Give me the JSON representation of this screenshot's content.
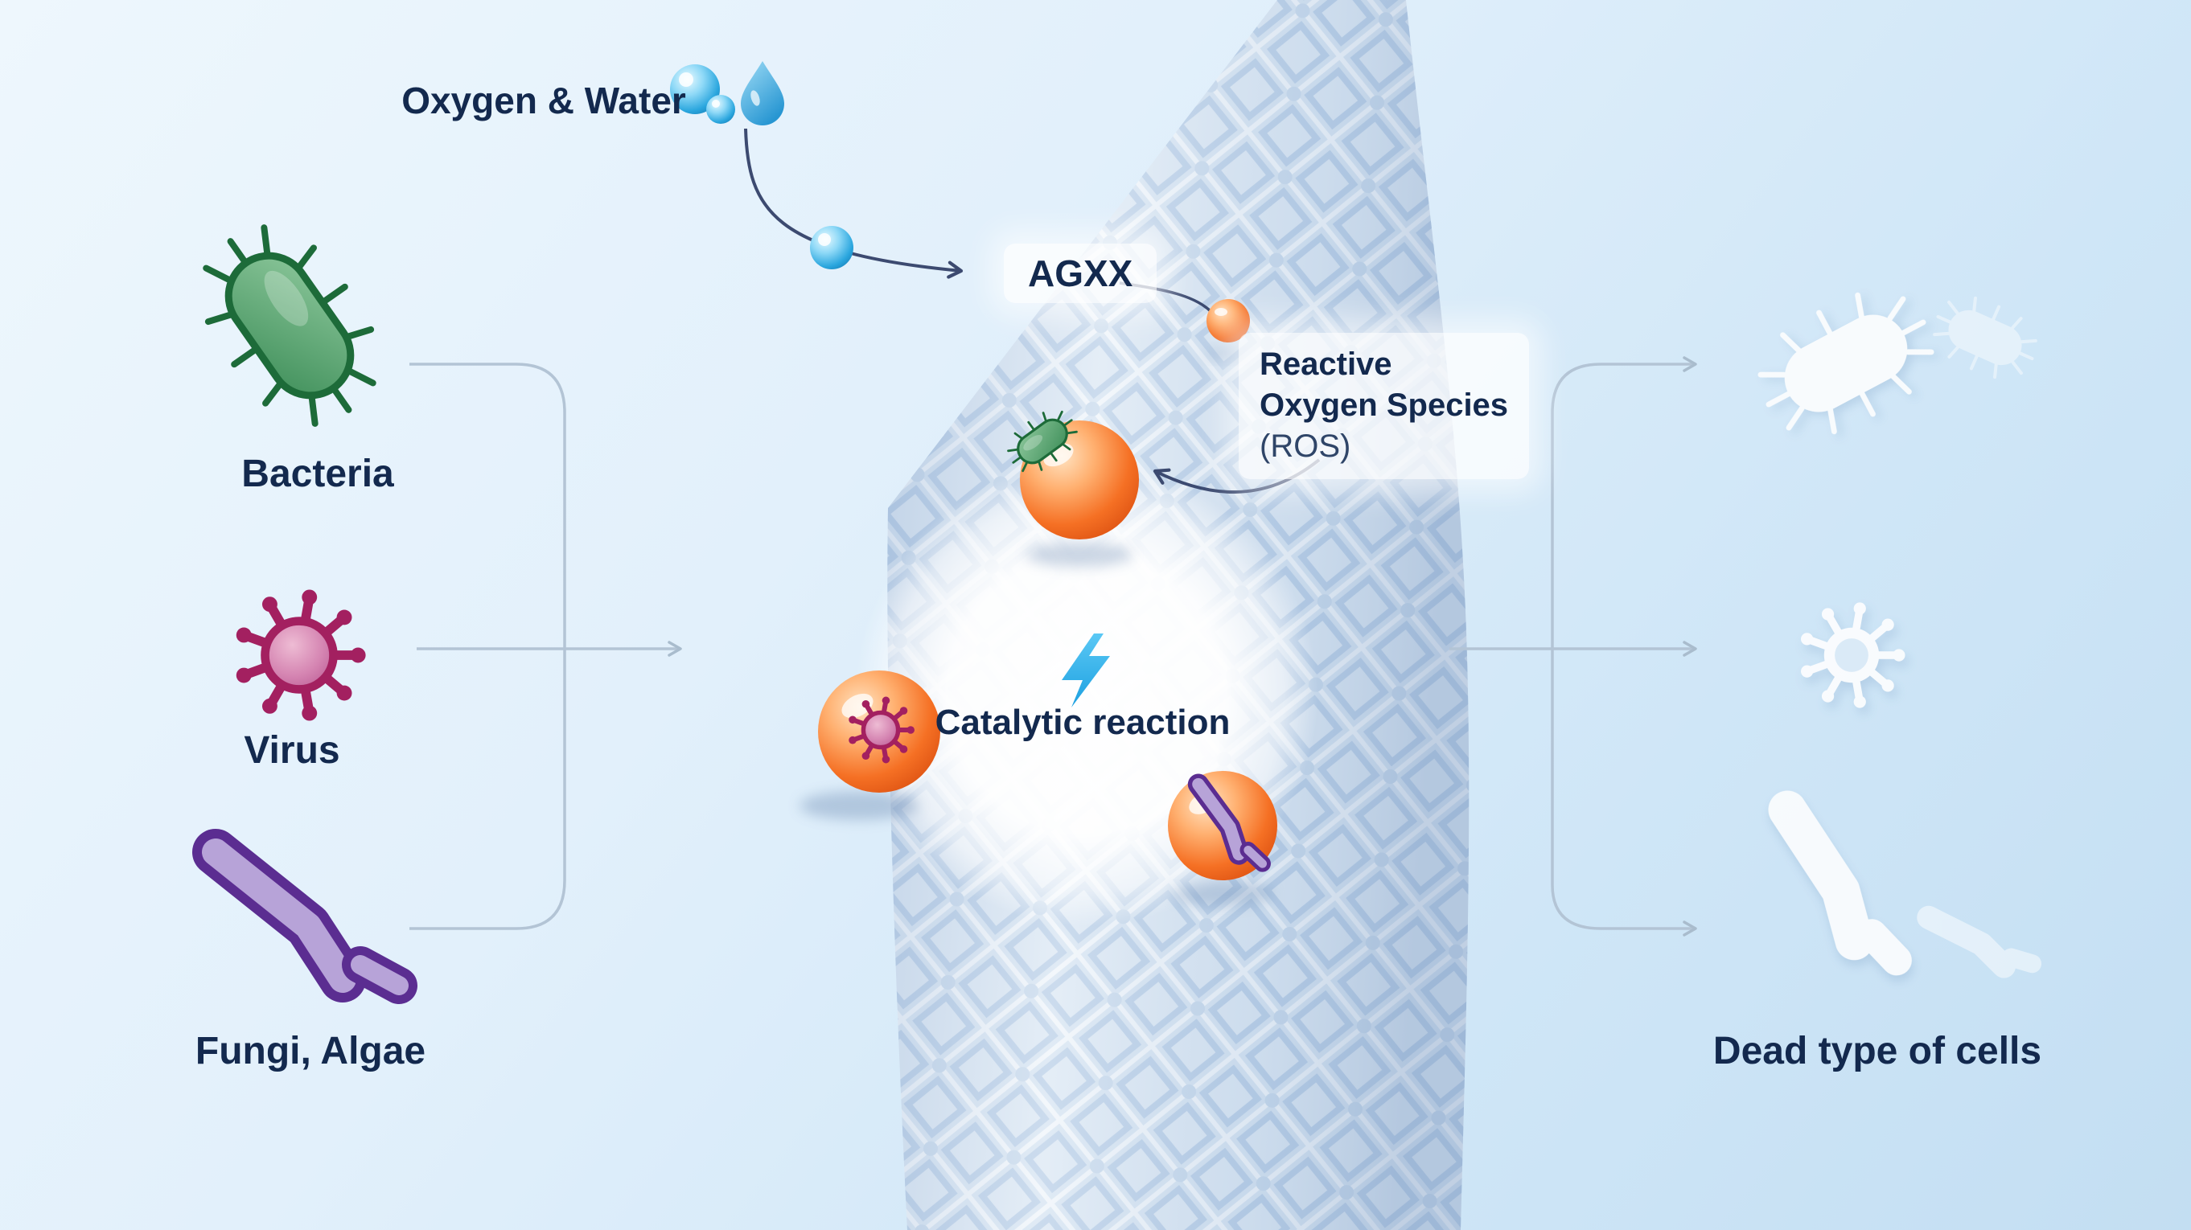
{
  "labels": {
    "oxygen_water": "Oxygen & Water",
    "bacteria": "Bacteria",
    "virus": "Virus",
    "fungi_algae": "Fungi, Algae",
    "agxx": "AGXX",
    "ros": {
      "line1": "Reactive",
      "line2": "Oxygen Species",
      "line3": "(ROS)"
    },
    "catalytic_reaction": "Catalytic reaction",
    "dead_cells": "Dead type of cells"
  },
  "icons": {
    "oxygen": "blue-sphere-icon",
    "water": "water-droplet-icon",
    "bacteria": "bacteria-icon",
    "virus": "virus-icon",
    "fungi": "fungi-icon",
    "catalyst_particle": "orange-sphere-icon",
    "reaction": "lightning-bolt-icon",
    "fabric": "woven-mesh-texture",
    "dead_bacteria": "ghost-bacteria-icon",
    "dead_virus": "ghost-virus-icon",
    "dead_fungi": "ghost-fungi-icon"
  },
  "colors": {
    "background_top": "#eef7fd",
    "background_bottom": "#c3def2",
    "text": "#13294e",
    "bacteria_green": "#47955f",
    "bacteria_outline": "#1d6b39",
    "virus_magenta": "#a32060",
    "fungi_purple": "#5b2d91",
    "catalyst_orange": "#f57024",
    "water_blue": "#2aa6de",
    "arrow_gray": "#b3c4d5",
    "arrow_dark": "#3c4a70",
    "bolt_blue": "#33b4ef",
    "mesh_blue": "#b5cce6"
  }
}
